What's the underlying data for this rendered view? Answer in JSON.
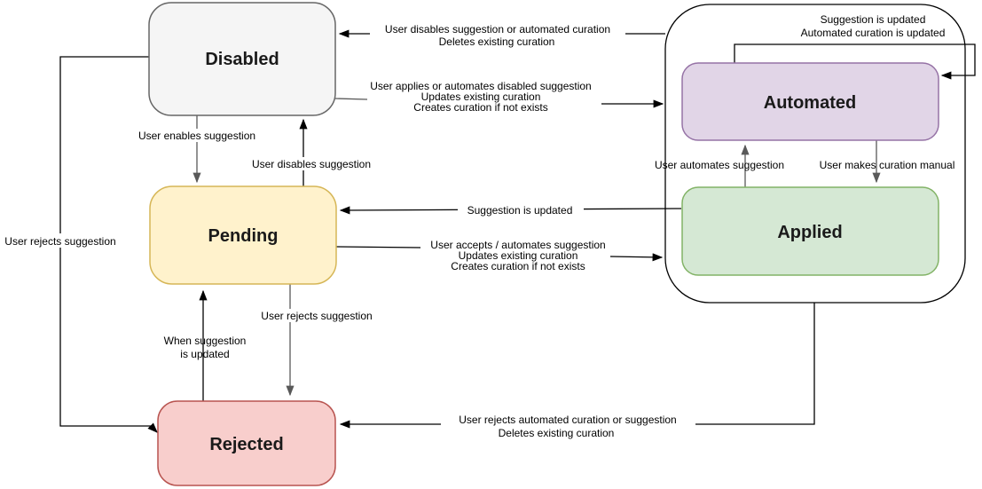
{
  "diagram": {
    "states": {
      "disabled": "Disabled",
      "pending": "Pending",
      "rejected": "Rejected",
      "automated": "Automated",
      "applied": "Applied"
    },
    "edges": {
      "container_to_disabled": {
        "l1": "User disables suggestion or automated curation",
        "l2": "Deletes existing curation"
      },
      "disabled_to_container": {
        "l1": "User applies or automates disabled suggestion",
        "l2": "Updates existing curation",
        "l3": "Creates curation if not exists"
      },
      "automated_self_loop": {
        "l1": "Suggestion is updated",
        "l2": "Automated curation is updated"
      },
      "disabled_to_pending": {
        "l1": "User enables suggestion"
      },
      "pending_to_disabled": {
        "l1": "User disables suggestion"
      },
      "applied_to_pending": {
        "l1": "Suggestion is updated"
      },
      "pending_to_container": {
        "l1": "User accepts / automates suggestion",
        "l2": "Updates existing curation",
        "l3": "Creates curation if not exists"
      },
      "applied_to_automated": {
        "l1": "User automates suggestion"
      },
      "automated_to_applied": {
        "l1": "User makes curation manual"
      },
      "disabled_to_rejected": {
        "l1": "User rejects suggestion"
      },
      "rejected_to_pending": {
        "l1": "When suggestion",
        "l2": "is updated"
      },
      "pending_to_rejected": {
        "l1": "User rejects suggestion"
      },
      "container_to_rejected": {
        "l1": "User rejects automated curation or suggestion",
        "l2": "Deletes existing curation"
      }
    },
    "colors": {
      "disabled_fill": "#F5F5F5",
      "disabled_stroke": "#666666",
      "pending_fill": "#FFF2CC",
      "pending_stroke": "#D6B656",
      "rejected_fill": "#F8CECC",
      "rejected_stroke": "#B85450",
      "automated_fill": "#E1D5E7",
      "automated_stroke": "#9673A6",
      "applied_fill": "#D5E8D4",
      "applied_stroke": "#82B366",
      "container_stroke": "#000000",
      "edge": "#000000",
      "edge_gray": "#595959"
    }
  }
}
